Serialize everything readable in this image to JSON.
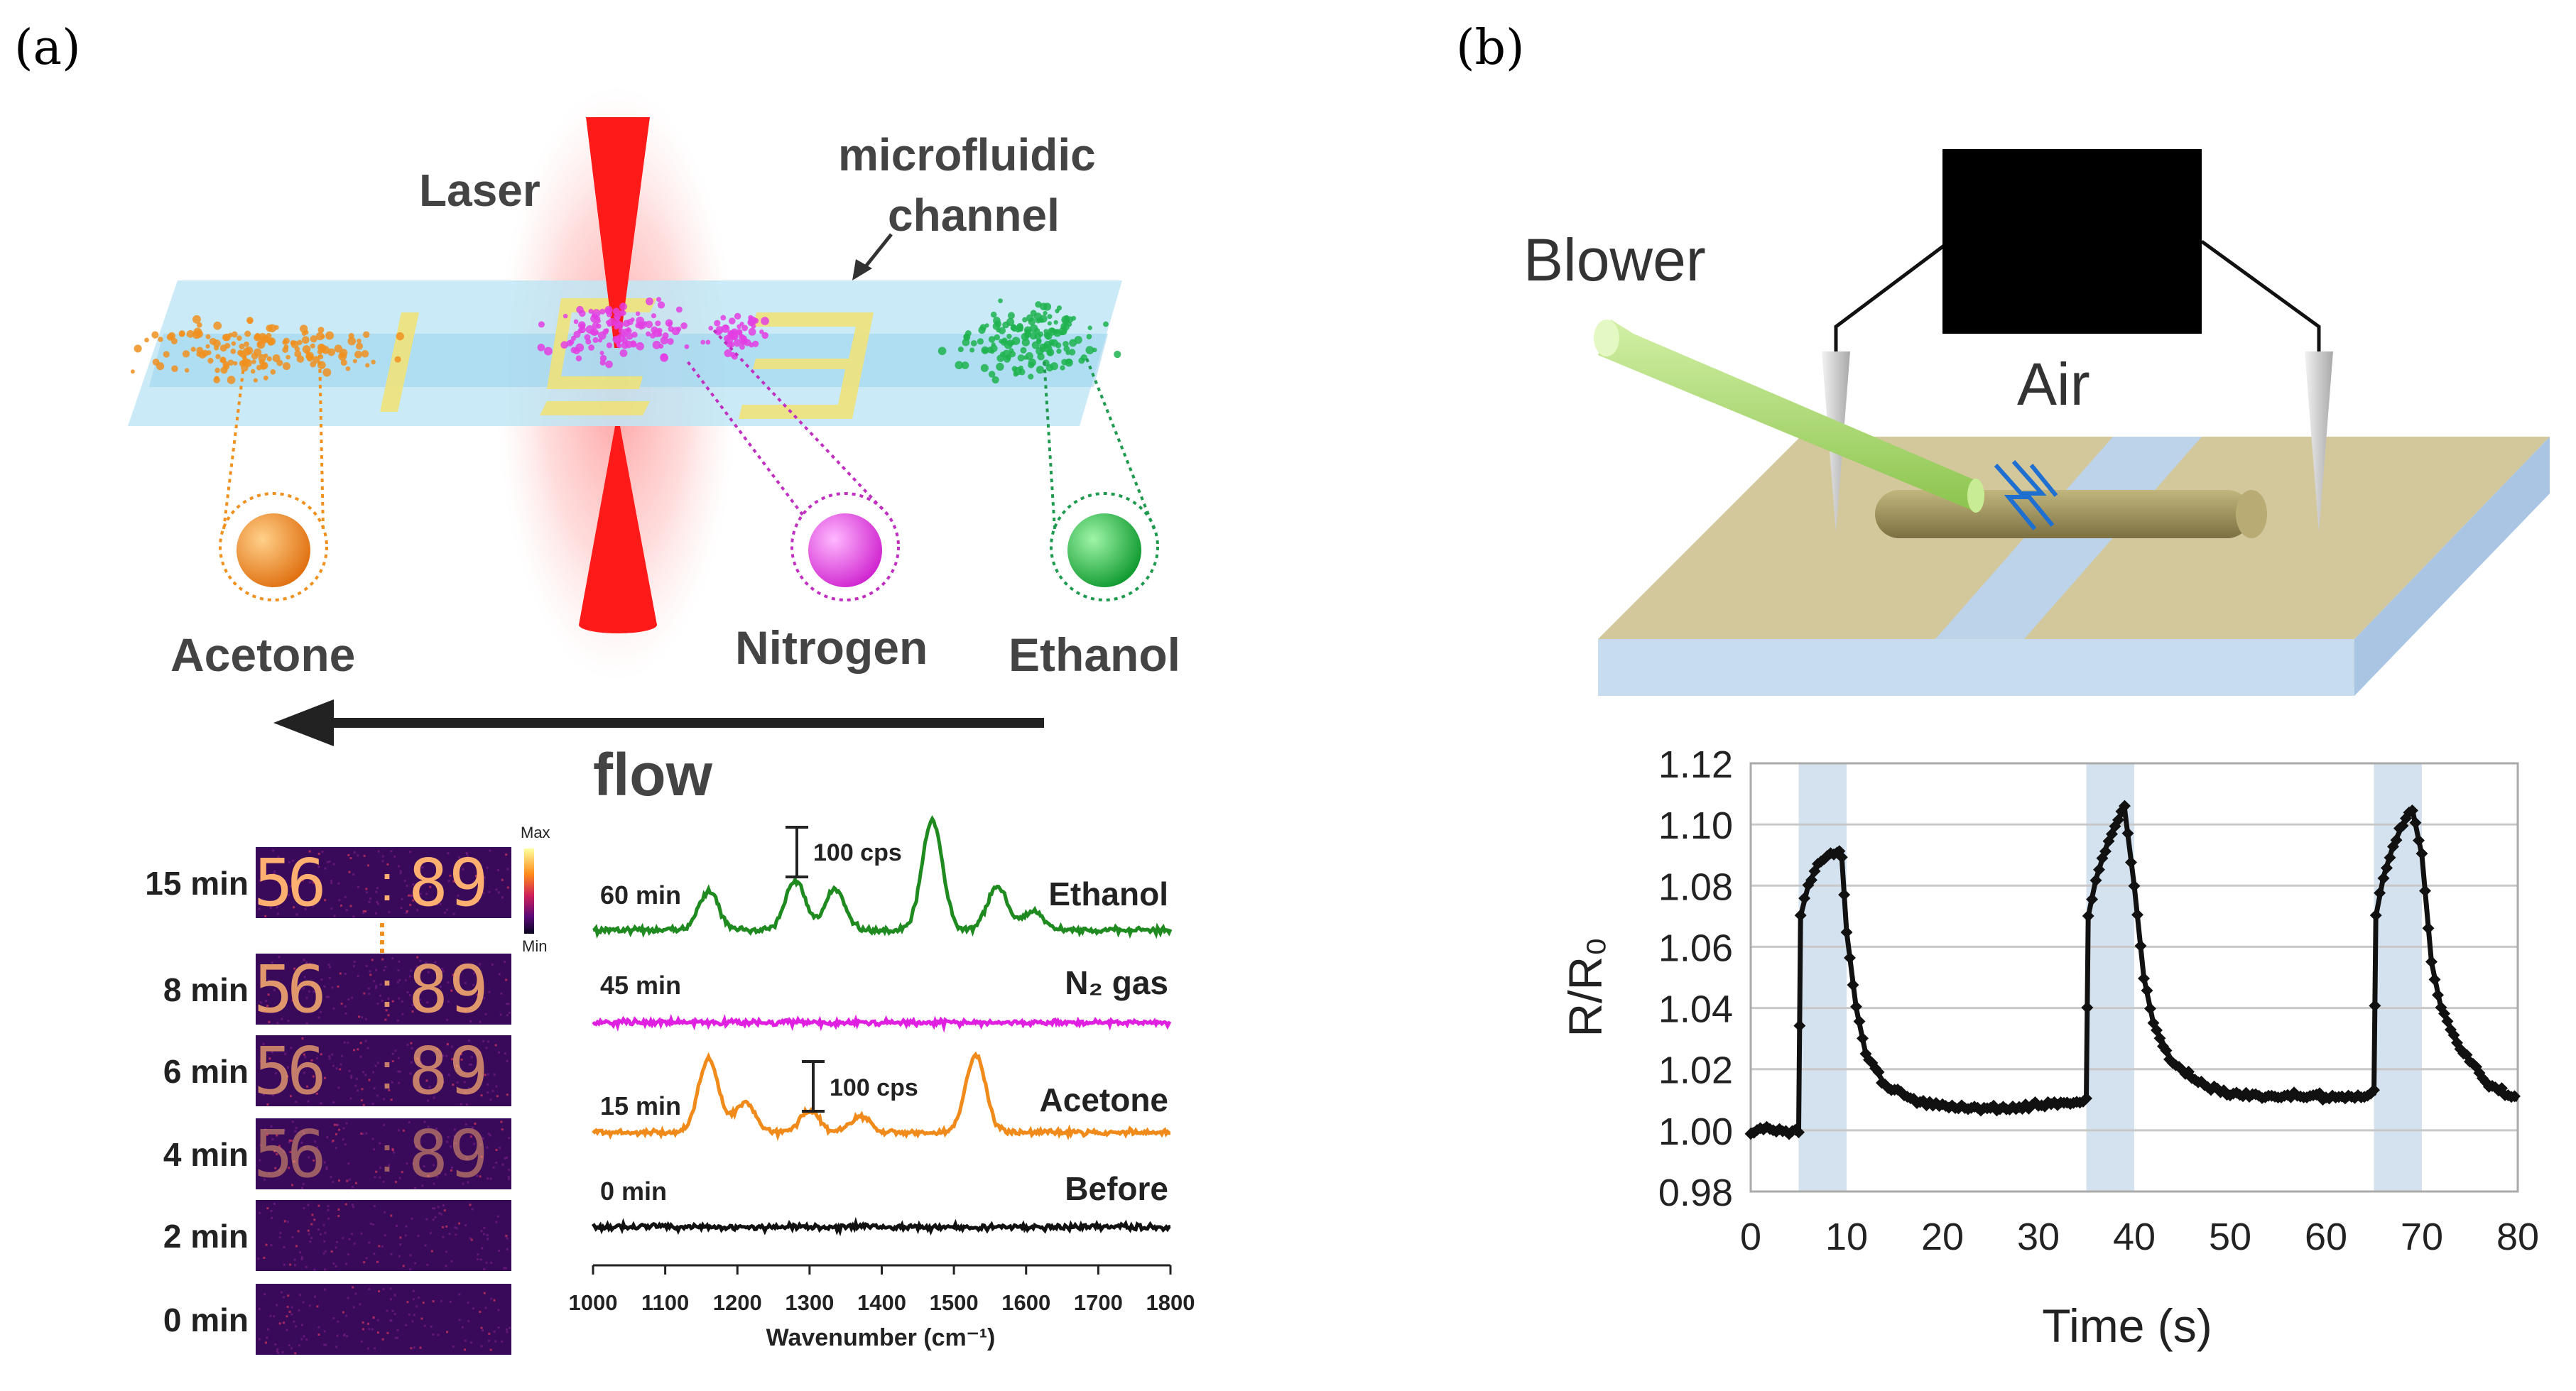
{
  "panel_a": {
    "label": "(a)",
    "laser": "Laser",
    "channel": [
      "microfluidic",
      "channel"
    ],
    "gases": [
      "Acetone",
      "Nitrogen",
      "Ethanol"
    ],
    "flow": "flow",
    "colorbar": {
      "max": "Max",
      "min": "Min"
    },
    "maps": [
      {
        "time": "15 min",
        "digits": "56 89"
      },
      {
        "time": "8 min",
        "digits": "56 89"
      },
      {
        "time": "6 min",
        "digits": "56 89"
      },
      {
        "time": "4 min",
        "digits": "56 89"
      },
      {
        "time": "2 min",
        "digits": ""
      },
      {
        "time": "0 min",
        "digits": ""
      }
    ],
    "scale_bar": "100 cps",
    "colors": {
      "acetone": "#f0901e",
      "nitrogen": "#e33ee3",
      "ethanol": "#1fb34f",
      "laser": "#ff1a1a",
      "channel": "#bfe6f5",
      "electrode": "#f0e070"
    }
  },
  "panel_b": {
    "label": "(b)",
    "blower": "Blower",
    "air": "Air",
    "colors": {
      "substrate_top": "#d3c79c",
      "substrate_side": "#c8dcef",
      "gap": "#bcd3ea",
      "nanowire": "#9a8f58",
      "blower": "#a9d66e",
      "arrows": "#1f6fd0"
    }
  },
  "chart_data": [
    {
      "type": "line",
      "title": "",
      "xlabel": "Wavenumber (cm⁻¹)",
      "ylabel": "",
      "xlim": [
        1000,
        1800
      ],
      "xticks": [
        1000,
        1100,
        1200,
        1300,
        1400,
        1500,
        1600,
        1700,
        1800
      ],
      "series": [
        {
          "name": "Ethanol",
          "time": "60 min",
          "color": "#1f8a1f",
          "peaks": [
            [
              1160,
              0.35
            ],
            [
              1280,
              0.45
            ],
            [
              1335,
              0.38
            ],
            [
              1470,
              1.0
            ],
            [
              1560,
              0.4
            ],
            [
              1610,
              0.18
            ]
          ]
        },
        {
          "name": "N₂ gas",
          "time": "45 min",
          "color": "#e020e0",
          "peaks": []
        },
        {
          "name": "Acetone",
          "time": "15 min",
          "color": "#f08a1a",
          "peaks": [
            [
              1160,
              0.85
            ],
            [
              1210,
              0.35
            ],
            [
              1300,
              0.25
            ],
            [
              1370,
              0.18
            ],
            [
              1530,
              0.9
            ]
          ]
        },
        {
          "name": "Before",
          "time": "0 min",
          "color": "#111111",
          "peaks": []
        }
      ]
    },
    {
      "type": "line",
      "title": "",
      "xlabel": "Time (s)",
      "ylabel": "R/R₀",
      "xlim": [
        0,
        80
      ],
      "ylim": [
        0.98,
        1.12
      ],
      "xticks": [
        0,
        10,
        20,
        30,
        40,
        50,
        60,
        70,
        80
      ],
      "yticks": [
        "0.98",
        "1.00",
        "1.02",
        "1.04",
        "1.06",
        "1.08",
        "1.10",
        "1.12"
      ],
      "grid": true,
      "shaded_intervals": [
        [
          5,
          10
        ],
        [
          35,
          40
        ],
        [
          65,
          70
        ]
      ],
      "series": [
        {
          "name": "",
          "color": "#111111",
          "x": [
            0,
            2,
            4,
            5,
            5.2,
            6,
            7,
            8,
            9,
            9.5,
            10,
            11,
            12,
            14,
            17,
            20,
            25,
            30,
            34,
            35,
            35.2,
            36,
            37,
            38,
            39,
            40,
            41,
            42,
            44,
            47,
            50,
            55,
            60,
            64,
            65,
            65.2,
            66,
            67,
            68,
            69,
            70,
            71,
            72,
            74,
            77,
            80
          ],
          "y": [
            1.0,
            1.001,
            0.999,
            1.0,
            1.07,
            1.08,
            1.087,
            1.09,
            1.091,
            1.089,
            1.065,
            1.04,
            1.025,
            1.015,
            1.01,
            1.008,
            1.007,
            1.008,
            1.009,
            1.01,
            1.07,
            1.082,
            1.092,
            1.1,
            1.105,
            1.08,
            1.05,
            1.035,
            1.022,
            1.015,
            1.012,
            1.011,
            1.011,
            1.011,
            1.012,
            1.07,
            1.083,
            1.093,
            1.1,
            1.105,
            1.09,
            1.055,
            1.04,
            1.027,
            1.015,
            1.01
          ]
        }
      ]
    }
  ]
}
